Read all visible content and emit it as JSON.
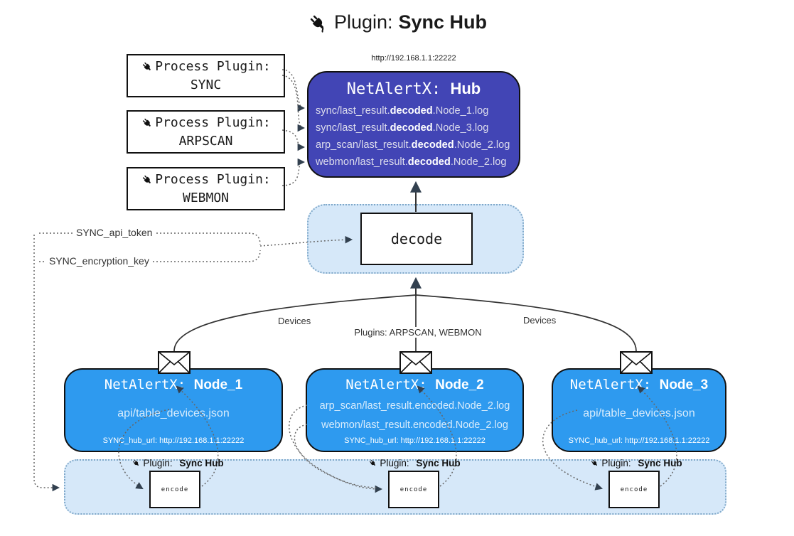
{
  "title": {
    "prefix": "Plugin:",
    "name": "Sync Hub"
  },
  "process_plugins": [
    {
      "label": "Process Plugin:",
      "name": "SYNC"
    },
    {
      "label": "Process Plugin:",
      "name": "ARPSCAN"
    },
    {
      "label": "Process Plugin:",
      "name": "WEBMON"
    }
  ],
  "hub": {
    "url": "http://192.168.1.1:22222",
    "title_prefix": "NetAlertX:",
    "title_name": "Hub",
    "lines": [
      {
        "pre": "sync/last_result.",
        "bold": "decoded",
        "post": ".Node_1.log"
      },
      {
        "pre": "sync/last_result.",
        "bold": "decoded",
        "post": ".Node_3.log"
      },
      {
        "pre": "arp_scan/last_result.",
        "bold": "decoded",
        "post": ".Node_2.log"
      },
      {
        "pre": "webmon/last_result.",
        "bold": "decoded",
        "post": ".Node_2.log"
      }
    ]
  },
  "decode_box": {
    "label": "decode"
  },
  "secrets": {
    "api_token": "SYNC_api_token",
    "encryption_key": "SYNC_encryption_key"
  },
  "edge_labels": {
    "devices_left": "Devices",
    "devices_right": "Devices",
    "plugins": "Plugins: ARPSCAN, WEBMON"
  },
  "nodes": [
    {
      "title_prefix": "NetAlertX:",
      "title_name": "Node_1",
      "lines": [
        "api/table_devices.json"
      ],
      "hub_url": "SYNC_hub_url: http://192.168.1.1:22222"
    },
    {
      "title_prefix": "NetAlertX:",
      "title_name": "Node_2",
      "lines": [
        "arp_scan/last_result.encoded.Node_2.log",
        "webmon/last_result.encoded.Node_2.log"
      ],
      "hub_url": "SYNC_hub_url: http://192.168.1.1:22222"
    },
    {
      "title_prefix": "NetAlertX:",
      "title_name": "Node_3",
      "lines": [
        "api/table_devices.json"
      ],
      "hub_url": "SYNC_hub_url: http://192.168.1.1:22222"
    }
  ],
  "encoders": [
    {
      "label_prefix": "Plugin:",
      "label_name": "Sync Hub",
      "box_label": "encode"
    },
    {
      "label_prefix": "Plugin:",
      "label_name": "Sync Hub",
      "box_label": "encode"
    },
    {
      "label_prefix": "Plugin:",
      "label_name": "Sync Hub",
      "box_label": "encode"
    }
  ],
  "colors": {
    "hub_bg": "#4245B5",
    "node_bg": "#2E9AEF",
    "container_bg": "#D6E8F9",
    "container_border": "#7FA8C9",
    "accent_dark": "#32404F"
  }
}
